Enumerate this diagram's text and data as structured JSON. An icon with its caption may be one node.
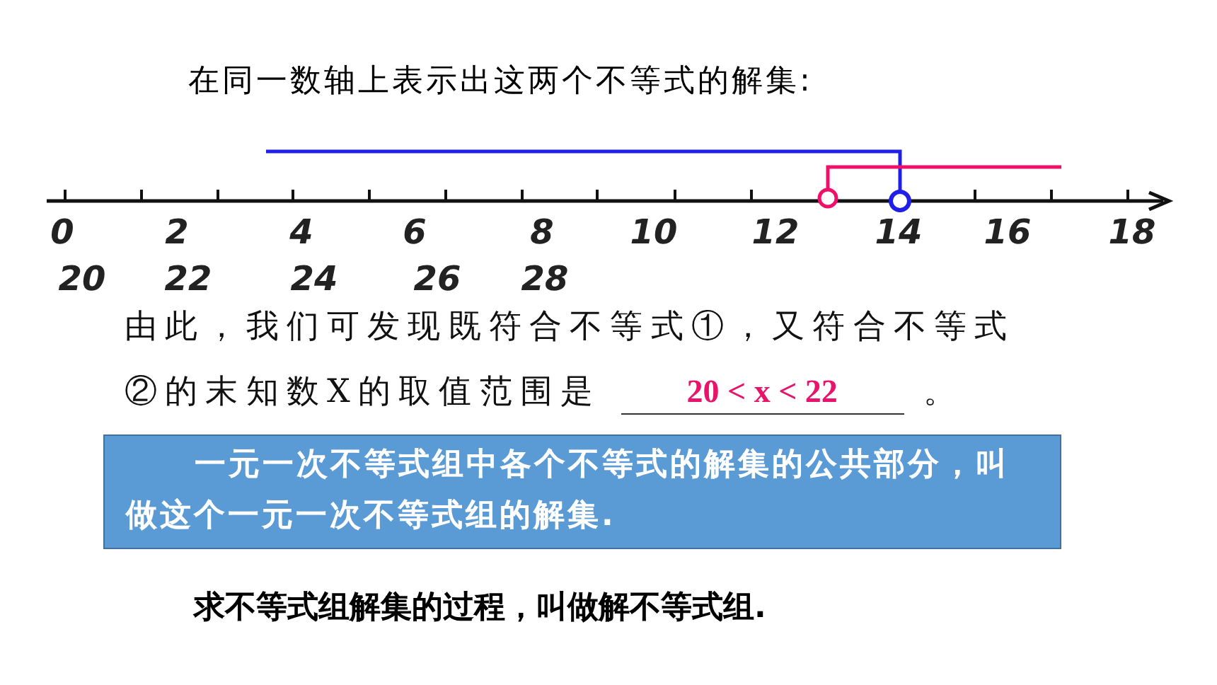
{
  "diagram": {
    "title": "在同一数轴上表示出这两个不等式的解集:",
    "nodes": [
      {
        "text": [
          "一元一次不等式组中各个不等式的解集的公共部分，叫做这个一元一次不等式组的解集."
        ]
      }
    ],
    "labels": [
      "0",
      "2",
      "4",
      "6",
      "8",
      "10",
      "12",
      "14",
      "16",
      "18",
      "20",
      "22",
      "24",
      "26",
      "28",
      "由此，我们可发现既符合不等式①，又符合不等式②的末知数X的取值范围是",
      "20 < x < 22",
      "。",
      "求不等式组解集的过程，叫做解不等式组."
    ]
  }
}
